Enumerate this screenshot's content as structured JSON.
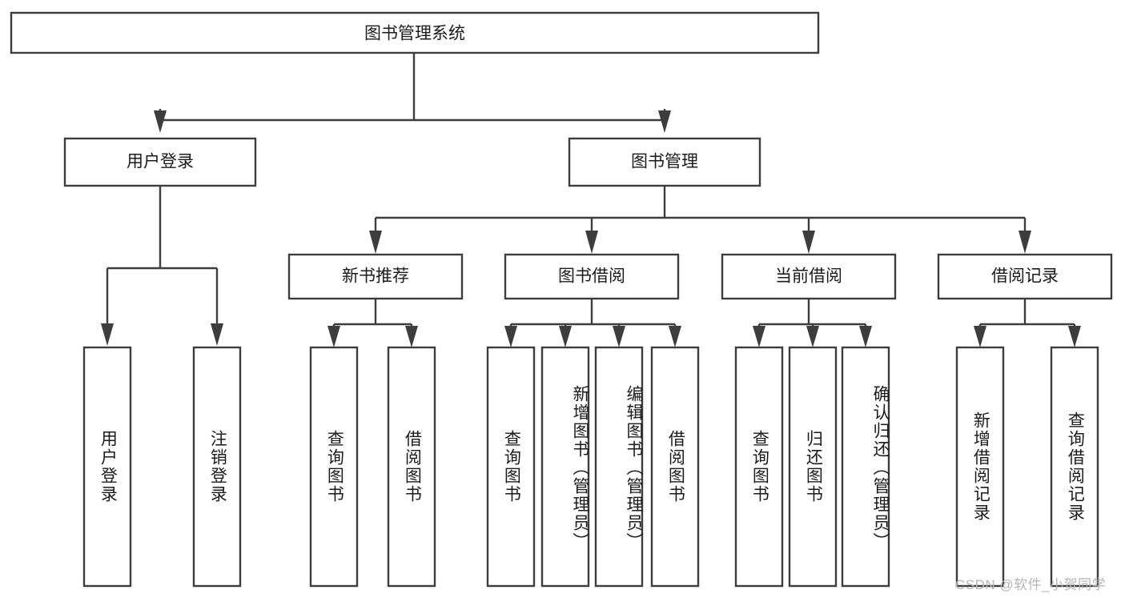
{
  "diagram": {
    "type": "tree",
    "title_node": {
      "label": "图书管理系统"
    },
    "level2": [
      {
        "label": "用户登录"
      },
      {
        "label": "图书管理"
      }
    ],
    "level3": [
      {
        "label": "新书推荐"
      },
      {
        "label": "图书借阅"
      },
      {
        "label": "当前借阅"
      },
      {
        "label": "借阅记录"
      }
    ],
    "leaves": {
      "user_login": [
        {
          "label": "用户登录"
        },
        {
          "label": "注销登录"
        }
      ],
      "new_book_recommend": [
        {
          "label": "查询图书"
        },
        {
          "label": "借阅图书"
        }
      ],
      "book_borrow": [
        {
          "label": "查询图书"
        },
        {
          "label": "新增图书（管理员）"
        },
        {
          "label": "编辑图书（管理员）"
        },
        {
          "label": "借阅图书"
        }
      ],
      "current_borrow": [
        {
          "label": "查询图书"
        },
        {
          "label": "归还图书"
        },
        {
          "label": "确认归还（管理员）"
        }
      ],
      "borrow_record": [
        {
          "label": "新增借阅记录"
        },
        {
          "label": "查询借阅记录"
        }
      ]
    }
  },
  "watermark": {
    "text": "CSDN @软件_小贺同学"
  },
  "colors": {
    "box_stroke": "#3d3d3d",
    "box_fill": "#ffffff",
    "text": "#1b1b1b",
    "watermark": "#b6b6b6",
    "background": "#ffffff"
  }
}
